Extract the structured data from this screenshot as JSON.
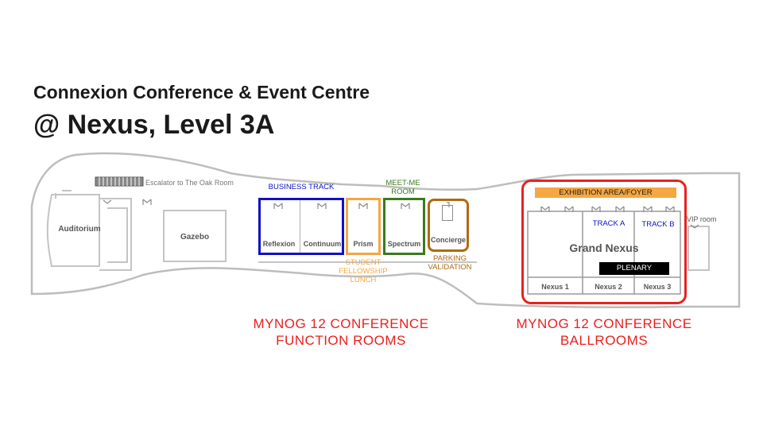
{
  "header": {
    "line1": "Connexion Conference & Event Centre",
    "line2": "@ Nexus, Level 3A"
  },
  "floorplan": {
    "escalator": "Escalator to The Oak Room",
    "auditorium": "Auditorium",
    "gazebo": "Gazebo",
    "vip_room": "VIP room",
    "concierge": "Concierge",
    "grand_nexus": "Grand Nexus",
    "rooms": [
      "Reflexion",
      "Continuum",
      "Prism",
      "Spectrum"
    ],
    "ballrooms": [
      "Nexus 1",
      "Nexus 2",
      "Nexus 3"
    ]
  },
  "annotations": {
    "business_track": "BUSINESS TRACK",
    "meet_me_1": "MEET-ME",
    "meet_me_2": "ROOM",
    "student_1": "STUDENT",
    "student_2": "FELLOWSHIP",
    "student_3": "LUNCH",
    "parking_1": "PARKING",
    "parking_2": "VALIDATION",
    "exhibition": "EXHIBITION AREA/FOYER",
    "track_a": "TRACK A",
    "track_b": "TRACK B",
    "plenary": "PLENARY"
  },
  "captions": {
    "function_1": "MYNOG 12 CONFERENCE",
    "function_2": "FUNCTION ROOMS",
    "ballrooms_1": "MYNOG 12 CONFERENCE",
    "ballrooms_2": "BALLROOMS"
  },
  "colors": {
    "business": "#1010c8",
    "student": "#f5a742",
    "meet_me": "#3b7a1e",
    "parking": "#b06a12",
    "ballroom": "#e8211f",
    "exhibition": "#f5a742",
    "plenary": "#000000",
    "floor_outline": "#bdbdbd"
  }
}
